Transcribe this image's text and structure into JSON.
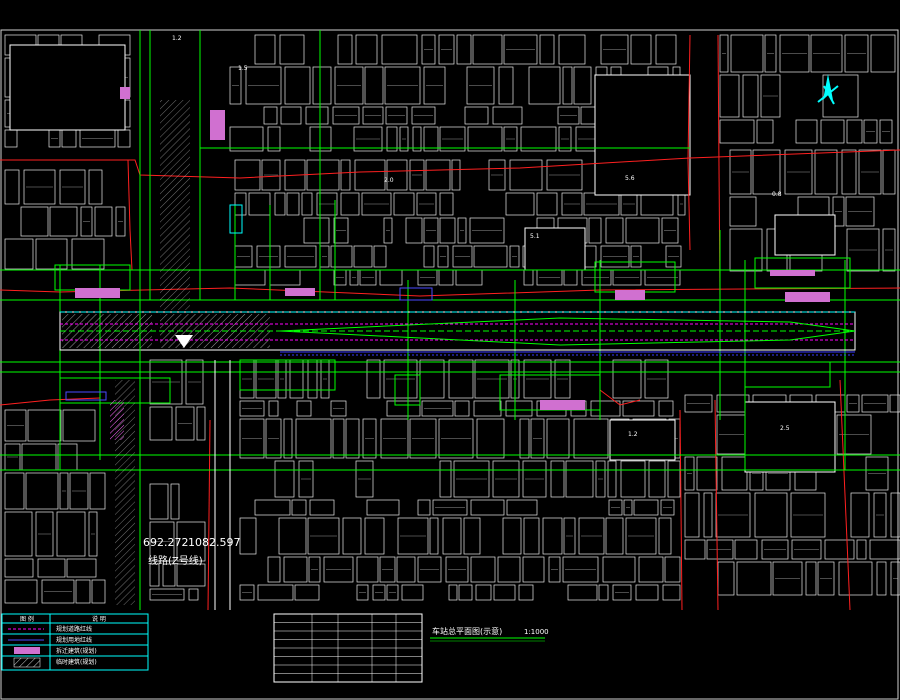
{
  "drawing": {
    "coordinate_labels": [
      "692.272",
      "1082.597"
    ],
    "station_label": "线路(Z号线)",
    "map_tags": [
      "1.2",
      "1.5",
      "2.0",
      "5.1",
      "5.6",
      "0.8",
      "1.2",
      "2.5"
    ]
  },
  "legend": {
    "headers": [
      "图 例",
      "说 明"
    ],
    "rows": [
      {
        "swatch": "dash-magenta",
        "text": "规划道路红线"
      },
      {
        "swatch": "line-blue",
        "text": "规划用地红线"
      },
      {
        "swatch": "fill-magenta",
        "text": "拆迁建筑(规划)"
      },
      {
        "swatch": "hatch",
        "text": "临时建筑(规划)"
      }
    ]
  },
  "title_block": {
    "title": "车站总平面图(示意)",
    "scale": "1:1000"
  },
  "colors": {
    "background": "#000000",
    "linework": "#ffffff",
    "green": "#00ff00",
    "red": "#ff0000",
    "magenta": "#ff00ff",
    "blue": "#0000ff",
    "cyan": "#00ffff"
  },
  "icons": [
    "north-arrow-icon"
  ]
}
